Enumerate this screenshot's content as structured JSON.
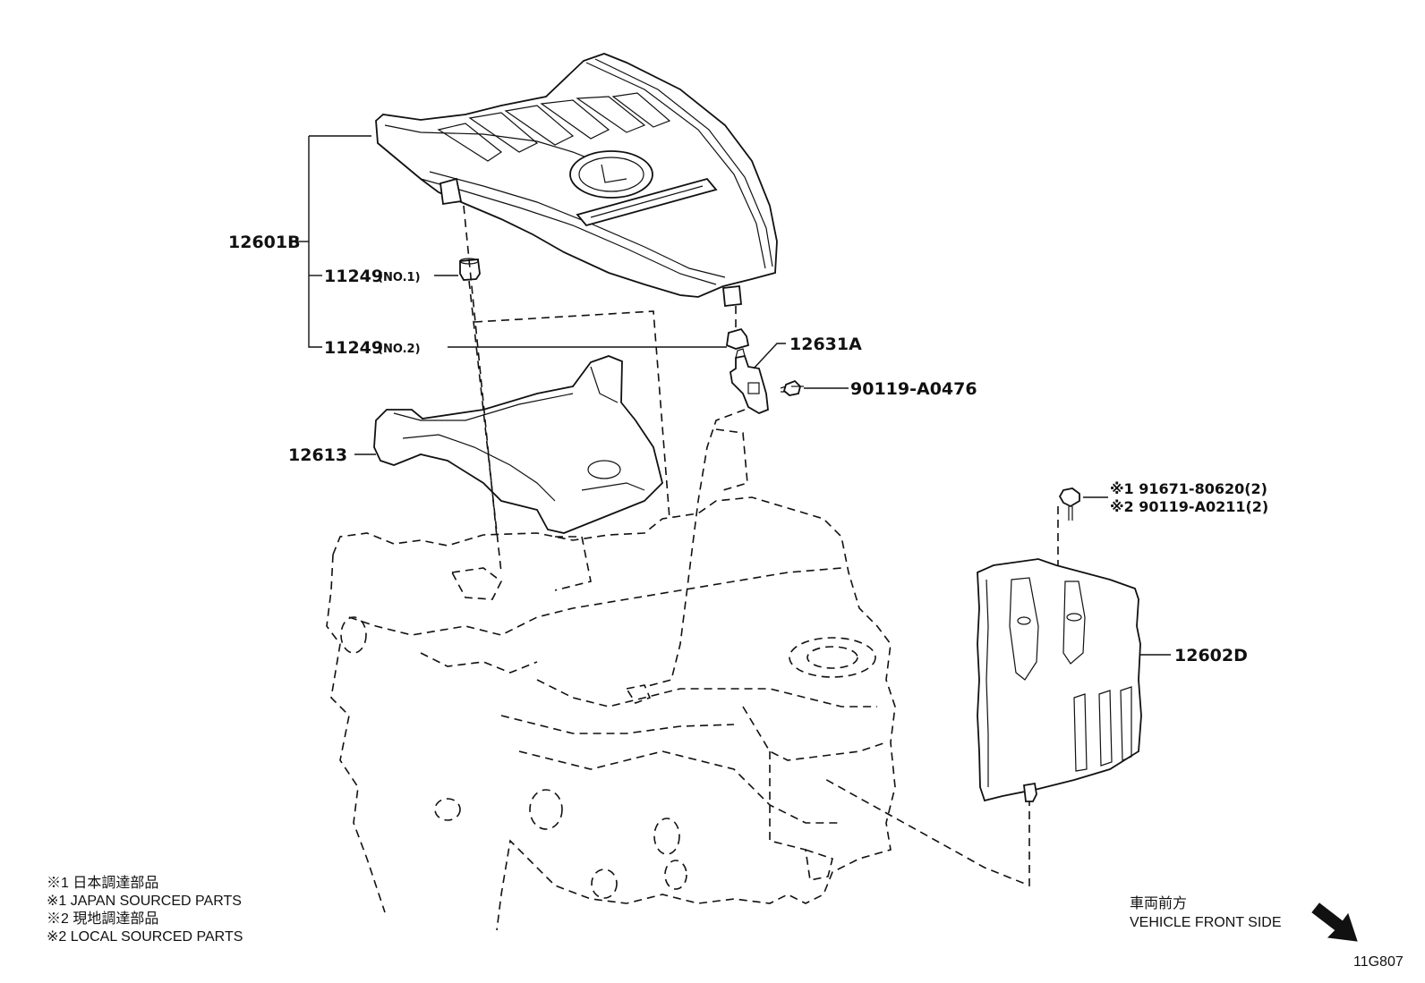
{
  "callouts": {
    "cover_assy": "12601B",
    "cushion_no1": "11249",
    "cushion_no1_sub": "(NO.1)",
    "cushion_no2": "11249",
    "cushion_no2_sub": "(NO.2)",
    "bracket": "12631A",
    "bolt": "90119-A0476",
    "intake_part": "12613",
    "side_cover": "12602D",
    "side_bolt_1": "※1  91671-80620(2)",
    "side_bolt_2": "※2  90119-A0211(2)"
  },
  "legend": {
    "line1": "※1  日本調達部品",
    "line2": "※1  JAPAN SOURCED PARTS",
    "line3": "※2  現地調達部品",
    "line4": "※2  LOCAL SOURCED PARTS"
  },
  "direction": {
    "label_jp": "車両前方",
    "label_en": "VEHICLE FRONT SIDE"
  },
  "figure_id": "11G807"
}
